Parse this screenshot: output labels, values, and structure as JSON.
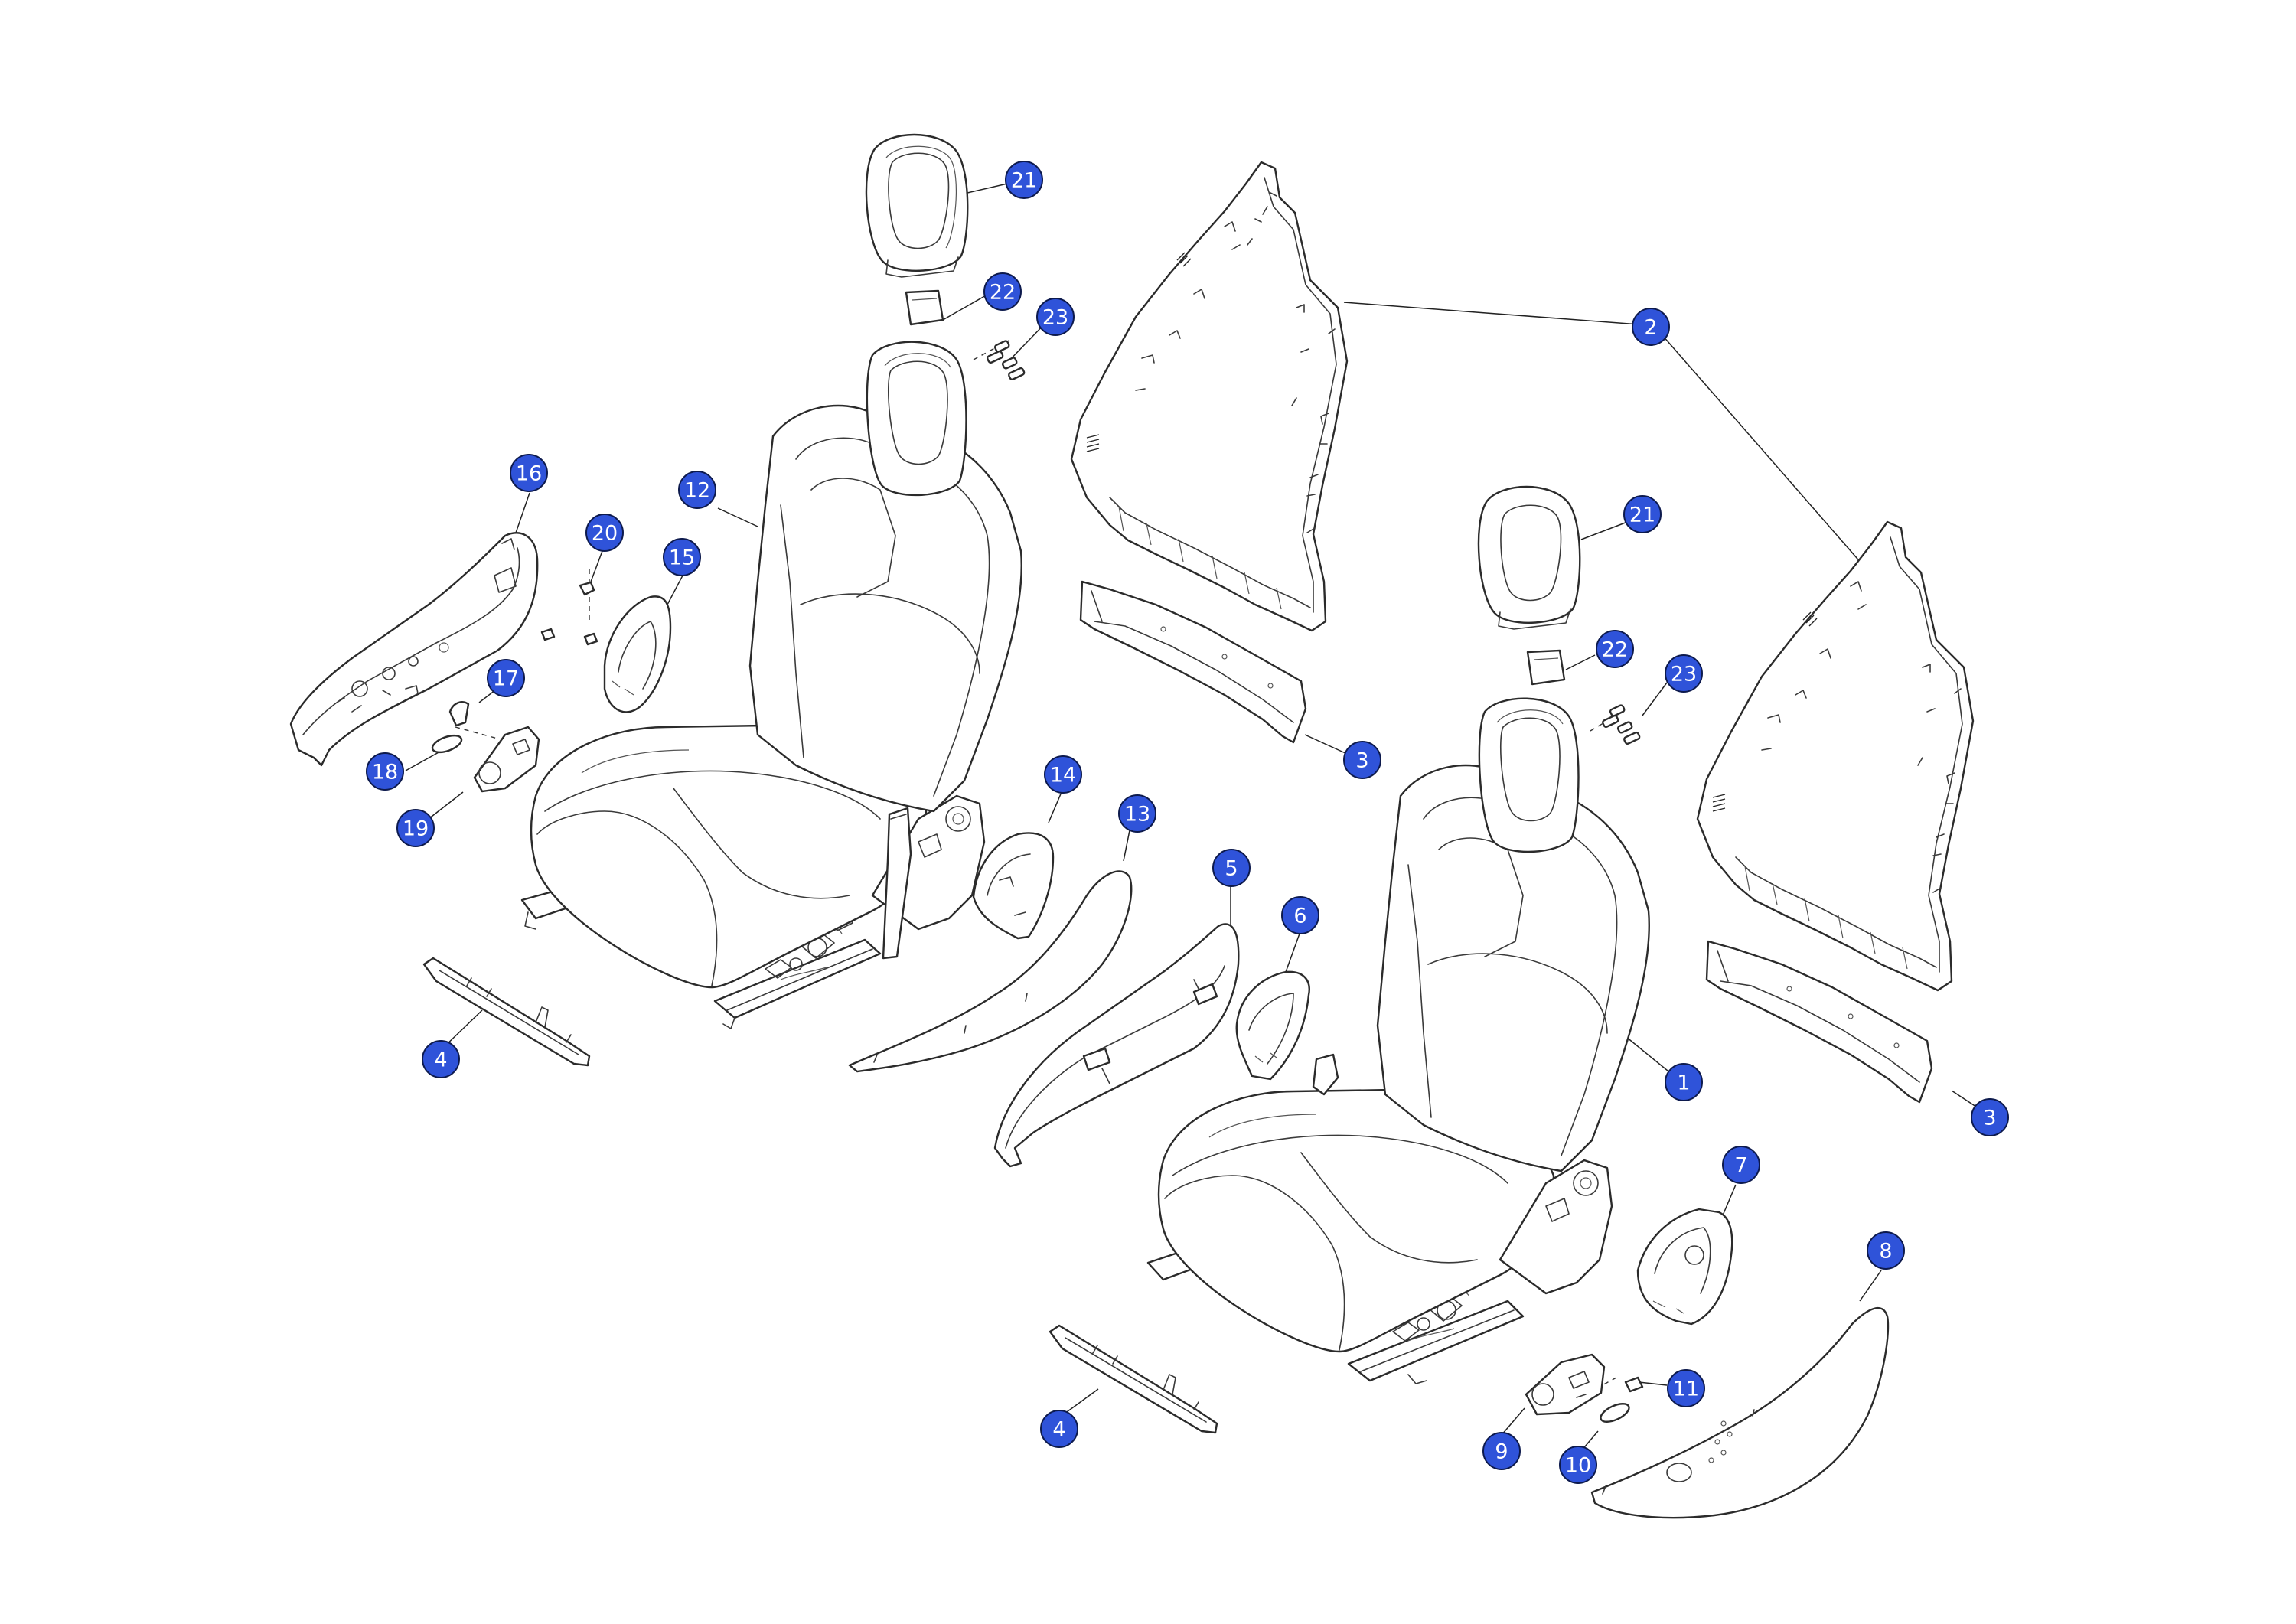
{
  "diagram": {
    "callout_color": "#2f53d9",
    "callout_text_color": "#ffffff",
    "callouts": [
      {
        "id": "c21a",
        "label": "21"
      },
      {
        "id": "c22a",
        "label": "22"
      },
      {
        "id": "c23a",
        "label": "23"
      },
      {
        "id": "c2",
        "label": "2"
      },
      {
        "id": "c16",
        "label": "16"
      },
      {
        "id": "c12",
        "label": "12"
      },
      {
        "id": "c20",
        "label": "20"
      },
      {
        "id": "c15",
        "label": "15"
      },
      {
        "id": "c21b",
        "label": "21"
      },
      {
        "id": "c22b",
        "label": "22"
      },
      {
        "id": "c23b",
        "label": "23"
      },
      {
        "id": "c17",
        "label": "17"
      },
      {
        "id": "c18",
        "label": "18"
      },
      {
        "id": "c19",
        "label": "19"
      },
      {
        "id": "c3a",
        "label": "3"
      },
      {
        "id": "c14",
        "label": "14"
      },
      {
        "id": "c13",
        "label": "13"
      },
      {
        "id": "c5",
        "label": "5"
      },
      {
        "id": "c6",
        "label": "6"
      },
      {
        "id": "c4a",
        "label": "4"
      },
      {
        "id": "c1",
        "label": "1"
      },
      {
        "id": "c3b",
        "label": "3"
      },
      {
        "id": "c7",
        "label": "7"
      },
      {
        "id": "c8",
        "label": "8"
      },
      {
        "id": "c11",
        "label": "11"
      },
      {
        "id": "c4b",
        "label": "4"
      },
      {
        "id": "c9",
        "label": "9"
      },
      {
        "id": "c10",
        "label": "10"
      }
    ]
  }
}
